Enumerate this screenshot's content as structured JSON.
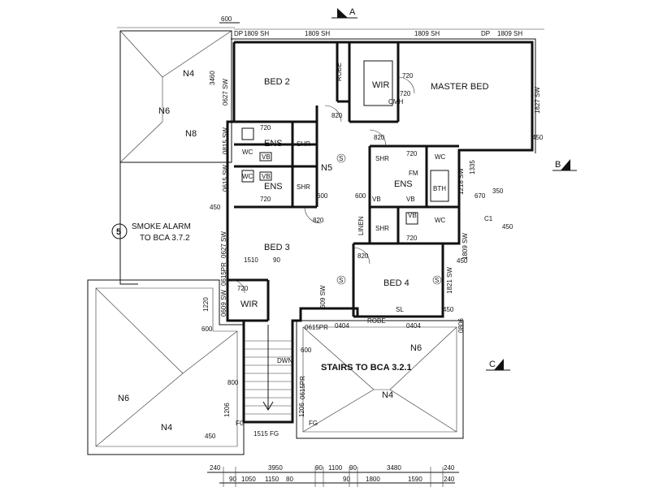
{
  "rooms": {
    "bed2": "BED 2",
    "robe_top": "ROBE",
    "wir_top": "WIR",
    "master_bed": "MASTER BED",
    "ens_left_1": "ENS",
    "ens_left_2": "ENS",
    "shr_left_1": "SHR",
    "shr_left_2": "SHR",
    "wc_left_1": "WC",
    "wc_left_2": "WC",
    "vb_left_1": "VB",
    "vb_left_2": "VB",
    "n5": "N5",
    "shr_master": "SHR",
    "wc_master": "WC",
    "ens_master": "ENS",
    "bth": "BTH",
    "vb_master_1": "VB",
    "vb_master_2": "VB",
    "shr_lower": "SHR",
    "linen": "LINEN",
    "vb_lower": "VB",
    "wc_lower": "WC",
    "bed3": "BED 3",
    "wir_lower": "WIR",
    "bed4": "BED 4",
    "sl": "SL",
    "robe_bed4": "ROBE",
    "dwn": "DWN",
    "n4_top": "N4",
    "n6_top": "N6",
    "n8": "N8",
    "n6_mid": "N6",
    "n4_mid": "N4",
    "n6_bottom": "N6",
    "n4_bottom": "N4",
    "fm": "FM"
  },
  "notes": {
    "smoke_num": "5",
    "smoke_line1": "SMOKE ALARM",
    "smoke_line2": "TO BCA 3.7.2",
    "stairs": "STAIRS TO BCA 3.2.1",
    "section_a": "A",
    "section_b": "B",
    "section_c": "C",
    "smoke_symbol_1": "S",
    "smoke_symbol_2": "S",
    "smoke_symbol_3": "S",
    "cmh": "CMH",
    "c1": "C1"
  },
  "dims": {
    "top_600": "600",
    "top_dp1": "DP",
    "top_1809_1": "1809 SH",
    "top_1809_2": "1809 SH",
    "top_1809_3": "1809 SH",
    "top_dp2": "DP",
    "top_1809_4": "1809 SH",
    "d_3460": "3460",
    "d_0627sw_top": "0627 SW",
    "d_0815sw_1": "0815 SW",
    "d_0615sw": "0615 SW",
    "d_1827sw": "1827 SW",
    "d_720_a": "720",
    "d_720_b": "720",
    "d_720_c": "720",
    "d_720_d": "720",
    "d_720_e": "720",
    "d_720_f": "720",
    "d_720_g": "720",
    "d_820_a": "820",
    "d_820_b": "820",
    "d_820_c": "820",
    "d_820_d": "820",
    "d_600_a": "600",
    "d_600_b": "600",
    "d_600_c": "600",
    "d_600_d": "600",
    "d_450_a": "450",
    "d_450_b": "450",
    "d_450_c": "450",
    "d_450_d": "450",
    "d_450_e": "450",
    "d_450_f": "450",
    "d_1335": "1335",
    "d_1218sw": "1218 SW",
    "d_670": "670",
    "d_350": "350",
    "d_1510": "1510",
    "d_90_a": "90",
    "d_0627sw_mid": "0627 SW",
    "d_0615pr": "0615PR",
    "d_0609sw": "0609 SW",
    "d_1220": "1220",
    "d_609sw_center": "609 SW",
    "d_1821sw": "1821 SW",
    "d_1809sw_right": "1809 SW",
    "d_0615pr_stair": "0615PR",
    "d_0404_a": "0404",
    "d_0404_b": "0404",
    "d_0615pr_low": "0615PR",
    "d_1206_a": "1206",
    "d_1206_b": "1206",
    "d_1515fg": "1515 FG",
    "d_fg1": "FG",
    "d_fg2": "FG",
    "d_800": "800",
    "d_0806": "0806",
    "b_240_l": "240",
    "b_3950": "3950",
    "b_90_1": "90",
    "b_1100": "1100",
    "b_90_2": "90",
    "b_3480": "3480",
    "b_240_r": "240",
    "b_90_3": "90",
    "b_1050": "1050",
    "b_1150": "1150",
    "b_80": "80",
    "b_90_4": "90",
    "b_1800": "1800",
    "b_1590": "1590",
    "b_240_r2": "240"
  }
}
